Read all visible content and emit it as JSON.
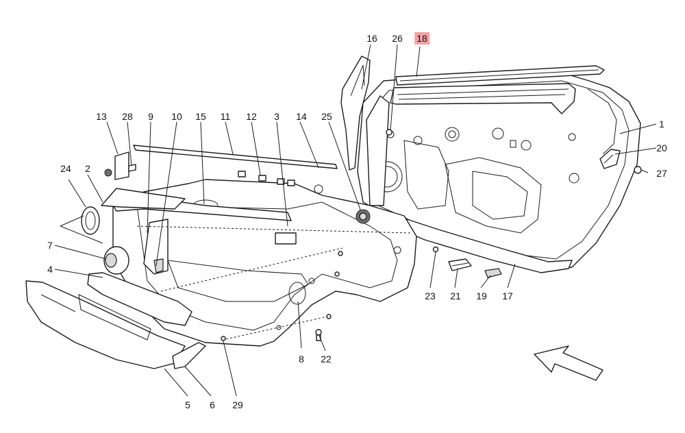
{
  "diagram": {
    "highlight_color": "#f4a3a3",
    "arrow_icon": "direction-arrow-icon",
    "callouts": [
      {
        "id": "1",
        "label": "1"
      },
      {
        "id": "2",
        "label": "2"
      },
      {
        "id": "3",
        "label": "3"
      },
      {
        "id": "4",
        "label": "4"
      },
      {
        "id": "5",
        "label": "5"
      },
      {
        "id": "6",
        "label": "6"
      },
      {
        "id": "7",
        "label": "7"
      },
      {
        "id": "8",
        "label": "8"
      },
      {
        "id": "9",
        "label": "9"
      },
      {
        "id": "10",
        "label": "10"
      },
      {
        "id": "11",
        "label": "11"
      },
      {
        "id": "12",
        "label": "12"
      },
      {
        "id": "13",
        "label": "13"
      },
      {
        "id": "14",
        "label": "14"
      },
      {
        "id": "15",
        "label": "15"
      },
      {
        "id": "16",
        "label": "16"
      },
      {
        "id": "17",
        "label": "17"
      },
      {
        "id": "18",
        "label": "18",
        "highlighted": true
      },
      {
        "id": "19",
        "label": "19"
      },
      {
        "id": "20",
        "label": "20"
      },
      {
        "id": "21",
        "label": "21"
      },
      {
        "id": "22",
        "label": "22"
      },
      {
        "id": "23",
        "label": "23"
      },
      {
        "id": "24",
        "label": "24"
      },
      {
        "id": "25",
        "label": "25"
      },
      {
        "id": "26",
        "label": "26"
      },
      {
        "id": "27",
        "label": "27"
      },
      {
        "id": "28",
        "label": "28"
      },
      {
        "id": "29",
        "label": "29"
      }
    ]
  }
}
